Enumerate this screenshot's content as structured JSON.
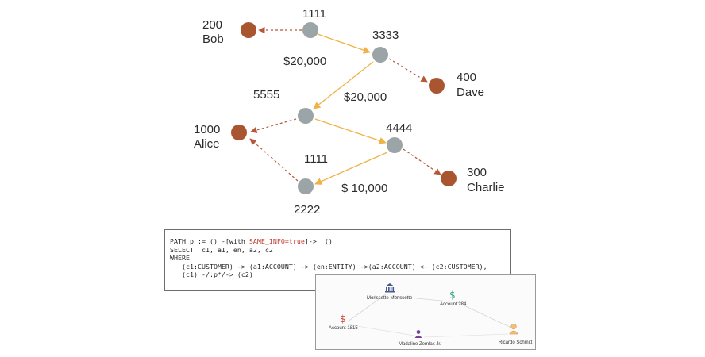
{
  "nodes": [
    {
      "id": "n200",
      "label": "200",
      "sublabel": "Bob",
      "kind": "customer"
    },
    {
      "id": "n1111a",
      "label": "1111",
      "kind": "account"
    },
    {
      "id": "n3333",
      "label": "3333",
      "kind": "account"
    },
    {
      "id": "n400",
      "label": "400",
      "sublabel": "Dave",
      "kind": "customer"
    },
    {
      "id": "n5555",
      "label": "5555",
      "kind": "account"
    },
    {
      "id": "n1000",
      "label": "1000",
      "sublabel": "Alice",
      "kind": "customer"
    },
    {
      "id": "n4444",
      "label": "4444",
      "kind": "account"
    },
    {
      "id": "n300",
      "label": "300",
      "sublabel": "Charlie",
      "kind": "customer"
    },
    {
      "id": "n2222",
      "label": "2222",
      "kind": "account"
    }
  ],
  "edge_labels": {
    "e1": "$20,000",
    "e2": "$20,000",
    "e3": "1111",
    "e4": "$ 10,000"
  },
  "colors": {
    "customer": "#a95530",
    "account": "#9ba4a6",
    "transfer": "#f0b246",
    "ownership": "#b5583a"
  },
  "query": {
    "l1_a": "PATH p := () -[with ",
    "l1_hl": "SAME_INFO=true",
    "l1_b": "]->  ()",
    "l2": "SELECT  c1, a1, en, a2, c2",
    "l3": "WHERE",
    "l4": "   (c1:CUSTOMER) -> (a1:ACCOUNT) -> (en:ENTITY) ->(a2:ACCOUNT) <- (c2:CUSTOMER),",
    "l5": "   (c1) -/:p*/-> (c2)"
  },
  "result": {
    "morissette": "Morissette-Morissette",
    "acct284": "Account 284",
    "acct1815": "Account 1815",
    "madaline": "Madaline Zemlak Jr.",
    "ricardo": "Ricardo Schmitt",
    "dollar": "$"
  }
}
